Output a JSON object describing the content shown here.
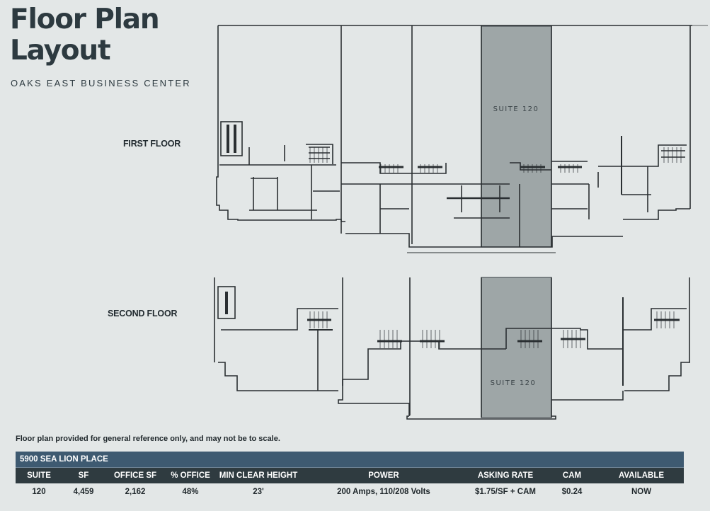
{
  "header": {
    "title_line1": "Floor Plan",
    "title_line2": "Layout",
    "subtitle": "OAKS EAST BUSINESS CENTER"
  },
  "floors": [
    {
      "label": "FIRST FLOOR",
      "highlight_suite": "SUITE 120"
    },
    {
      "label": "SECOND FLOOR",
      "highlight_suite": "SUITE 120"
    }
  ],
  "colors": {
    "background": "#e3e7e7",
    "highlight_fill": "#9ea6a7",
    "table_caption_bg": "#3e5a71",
    "table_header_bg": "#2f3b40",
    "wall": "#2a2f32"
  },
  "disclaimer": "Floor plan provided for general reference only, and may not be to scale.",
  "table": {
    "caption": "5900 SEA LION PLACE",
    "columns": [
      "SUITE",
      "SF",
      "OFFICE SF",
      "% OFFICE",
      "MIN CLEAR HEIGHT",
      "POWER",
      "ASKING RATE",
      "CAM",
      "AVAILABLE"
    ],
    "rows": [
      [
        "120",
        "4,459",
        "2,162",
        "48%",
        "23'",
        "200 Amps, 110/208 Volts",
        "$1.75/SF + CAM",
        "$0.24",
        "NOW"
      ]
    ]
  }
}
